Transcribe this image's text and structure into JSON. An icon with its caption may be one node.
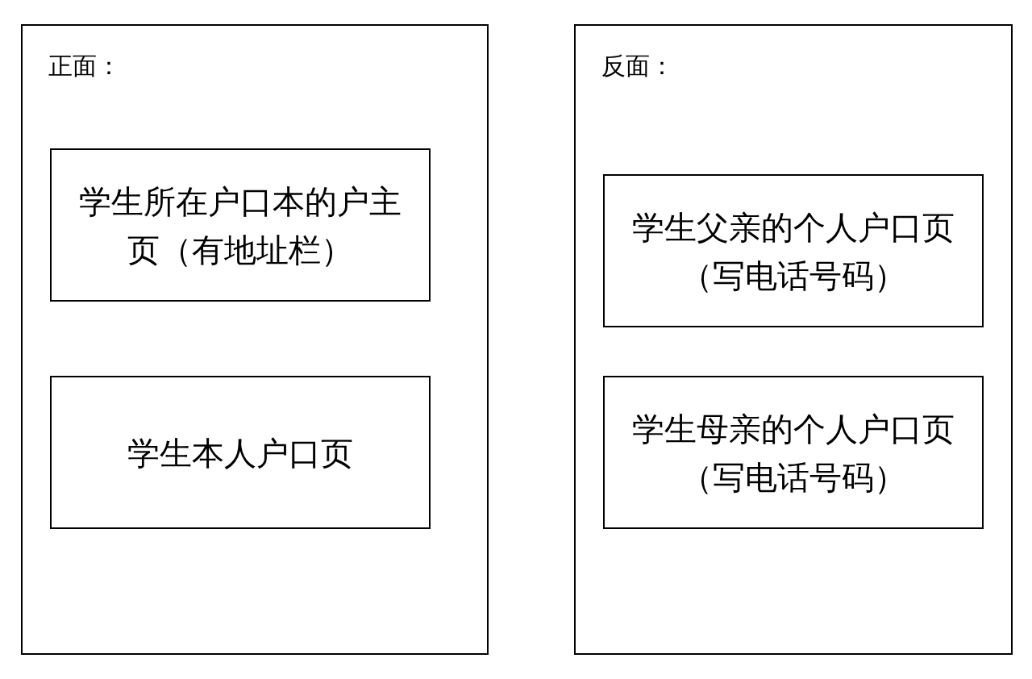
{
  "diagram": {
    "nodes": [
      {
        "text": [
          "正面："
        ]
      },
      {
        "text": [
          "学生所在户口本的户主页（有地址栏）"
        ],
        "in": 0
      },
      {
        "text": [
          "学生本人户口页"
        ],
        "in": 0
      },
      {
        "text": [
          "反面："
        ]
      },
      {
        "text": [
          "学生父亲的个人户口页（写电话号码）"
        ],
        "in": 3
      },
      {
        "text": [
          "学生母亲的个人户口页（写电话号码）"
        ],
        "in": 3
      }
    ]
  }
}
